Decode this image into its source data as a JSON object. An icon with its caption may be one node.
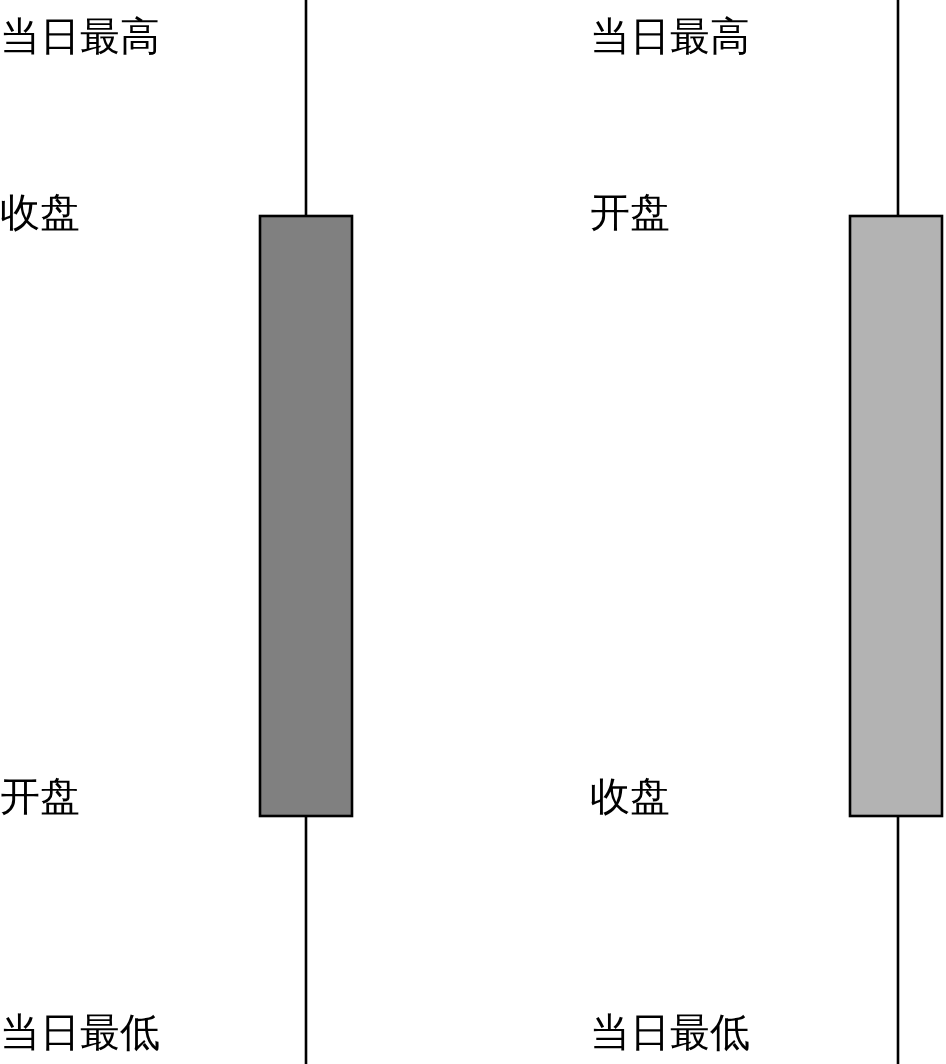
{
  "diagram": {
    "nodes": [
      {
        "text": [],
        "shape": "bar"
      },
      {
        "text": [],
        "shape": "bar"
      }
    ],
    "labels": [
      "当日最高",
      "当日最高",
      "收盘",
      "开盘",
      "开盘",
      "收盘",
      "当日最低",
      "当日最低"
    ]
  }
}
